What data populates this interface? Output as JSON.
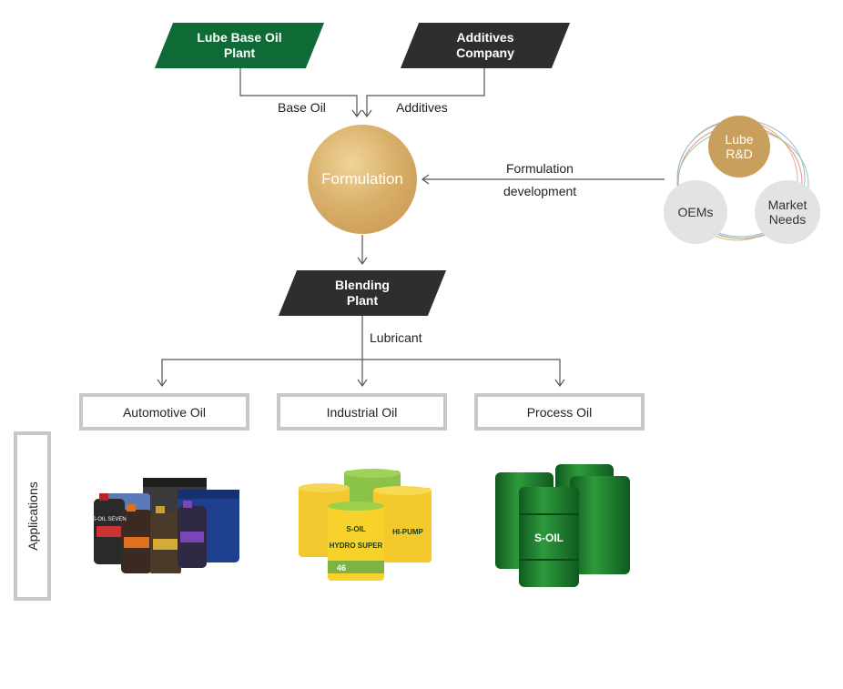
{
  "sources": {
    "lube_base_oil_plant": "Lube Base Oil\nPlant",
    "additives_company": "Additives\nCompany"
  },
  "flow_labels": {
    "base_oil": "Base Oil",
    "additives": "Additives",
    "formulation_development_1": "Formulation",
    "formulation_development_2": "development",
    "lubricant": "Lubricant"
  },
  "formulation": "Formulation",
  "blending_plant": "Blending\nPlant",
  "rnd_cycle": {
    "lube_rnd": "Lube\nR&D",
    "oems": "OEMs",
    "market_needs": "Market\nNeeds"
  },
  "products": [
    "Automotive Oil",
    "Industrial Oil",
    "Process Oil"
  ],
  "applications_label": "Applications",
  "product_images": {
    "automotive": "S-OIL SEVEN",
    "industrial_1": "S-OIL",
    "industrial_2": "HYDRO SUPER",
    "industrial_3": "46",
    "industrial_4": "HI-PUMP",
    "process": "S-OIL"
  },
  "colors": {
    "green": "#0e6b35",
    "dark": "#2e2e2e",
    "gold": "#cfa25e",
    "gray_box": "#c8c8c8"
  }
}
